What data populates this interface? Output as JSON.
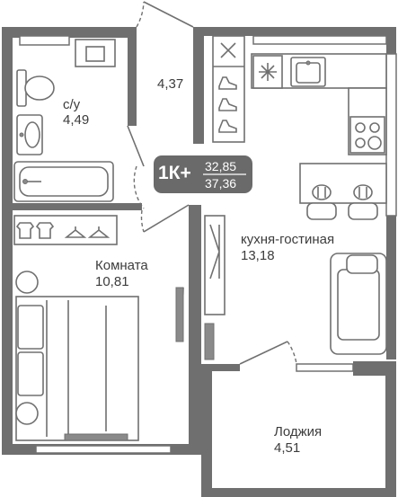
{
  "rooms": {
    "bathroom_name": "с/у",
    "bathroom_area": "4,49",
    "hall_area": "4,37",
    "bedroom_name": "Комната",
    "bedroom_area": "10,81",
    "kitchen_name": "кухня-гостиная",
    "kitchen_area": "13,18",
    "loggia_name": "Лоджия",
    "loggia_area": "4,51"
  },
  "badge": {
    "type": "1К+",
    "area_living": "32,85",
    "area_total": "37,36"
  },
  "colors": {
    "wall": "#6f6f6f",
    "badge_bg": "#6a6a6a",
    "text": "#3c3c3c"
  },
  "icons": [
    "stove-icon",
    "sink-icon",
    "fridge-icon",
    "shoes-icon",
    "shirt-icon",
    "hanger-icon",
    "bed-icon",
    "sofa-icon",
    "bathtub-icon",
    "toilet-icon",
    "washbasin-icon",
    "armchair-icon"
  ]
}
